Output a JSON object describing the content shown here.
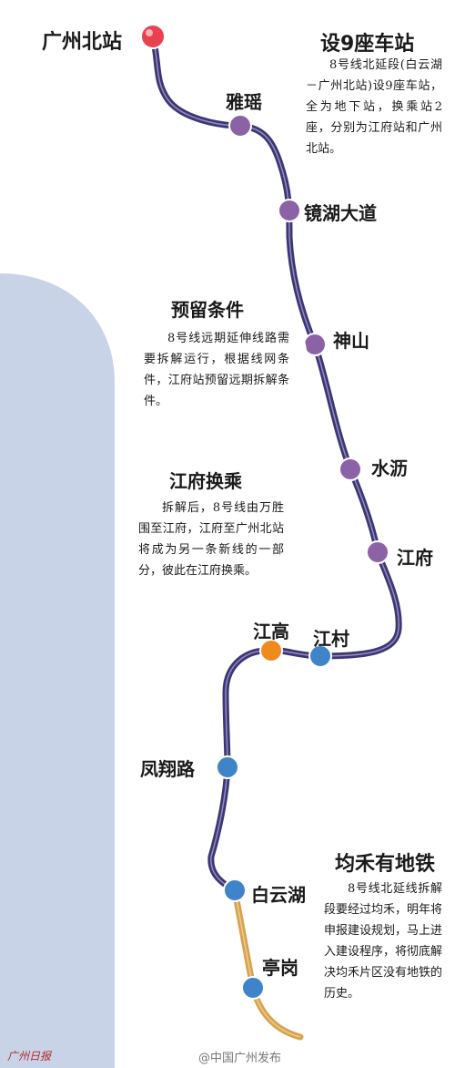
{
  "colors": {
    "background": "#c9d3e8",
    "line_main": "#3c3578",
    "line_extension": "#d8a34a",
    "station_purple": "#8c62a6",
    "station_blue": "#3f83c9",
    "station_orange": "#ee8a1e",
    "station_terminal": "#e8414f"
  },
  "stations": [
    {
      "name": "广州北站",
      "marker": "terminal"
    },
    {
      "name": "雅瑶",
      "marker": "purple"
    },
    {
      "name": "镜湖大道",
      "marker": "purple"
    },
    {
      "name": "神山",
      "marker": "purple"
    },
    {
      "name": "水沥",
      "marker": "purple"
    },
    {
      "name": "江府",
      "marker": "purple"
    },
    {
      "name": "江村",
      "marker": "blue"
    },
    {
      "name": "江高",
      "marker": "orange"
    },
    {
      "name": "凤翔路",
      "marker": "blue"
    },
    {
      "name": "白云湖",
      "marker": "blue"
    },
    {
      "name": "亭岗",
      "marker": "blue"
    }
  ],
  "sections": {
    "stations_info": {
      "title": "设9座车站",
      "text": "8号线北延段(白云湖－广州北站)设9座车站，全为地下站，换乘站2座，分别为江府站和广州北站。"
    },
    "reserved": {
      "title": "预留条件",
      "text": "8号线远期延伸线路需要拆解运行，根据线网条件，江府站预留远期拆解条件。"
    },
    "transfer": {
      "title": "江府换乘",
      "text": "拆解后，8号线由万胜围至江府，江府至广州北站将成为另一条新线的一部分，彼此在江府换乘。"
    },
    "junhe": {
      "title": "均禾有地铁",
      "text": "8号线北延线拆解段要经过均禾，明年将申报建设规划，马上进入建设程序，将彻底解决均禾片区没有地铁的历史。"
    }
  },
  "footer": {
    "watermark": "@中国广州发布",
    "logo": "广州日报"
  }
}
